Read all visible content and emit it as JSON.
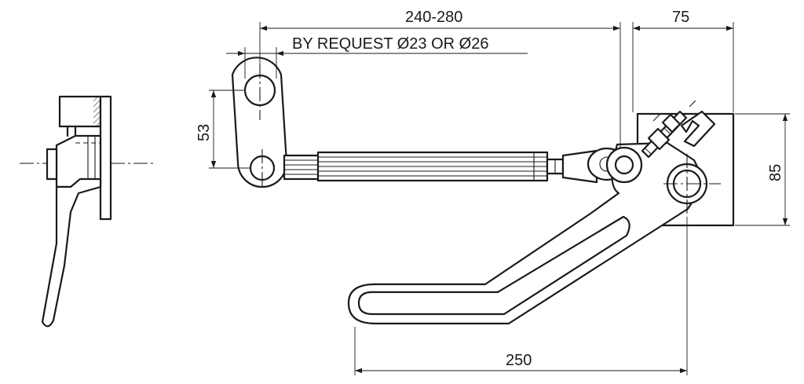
{
  "drawing": {
    "dimensions": {
      "rod_length": "240-280",
      "bracket_width": "75",
      "request_note": "BY REQUEST Ø23 OR Ø26",
      "eye_spacing": "53",
      "plate_height": "85",
      "overall_length": "250"
    }
  }
}
